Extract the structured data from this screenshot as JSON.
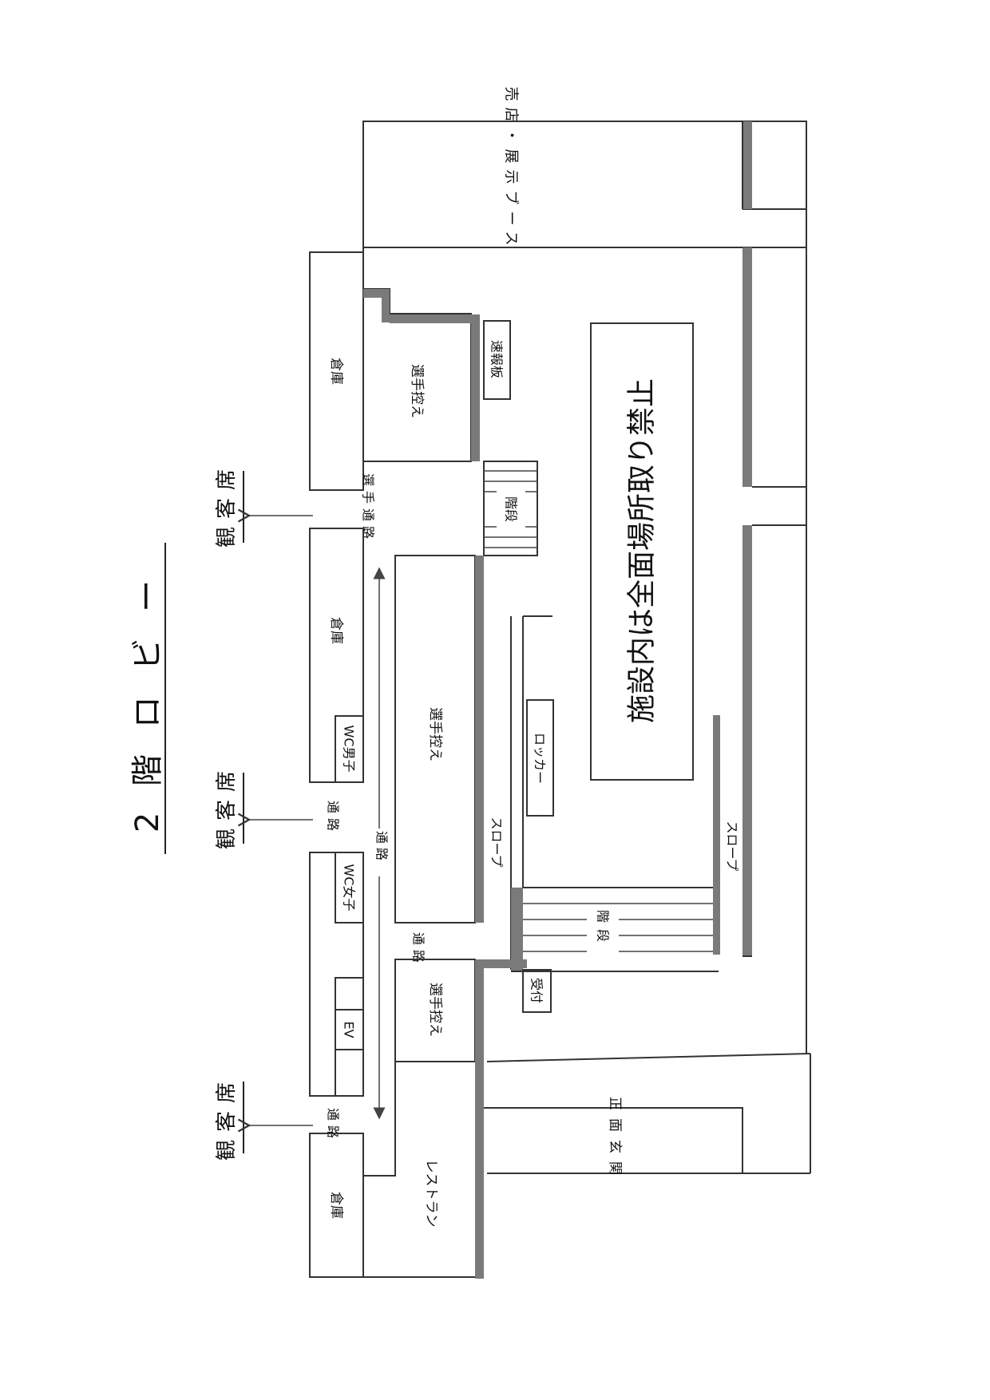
{
  "floor_title": "2 階 ロ ビ ー",
  "seating": {
    "top": "観客席",
    "middle": "観客席",
    "bottom": "観客席"
  },
  "rooms": {
    "shop": "売店・展示ブース",
    "storage_top": "倉庫",
    "storage_mid": "倉庫",
    "storage_bottom": "倉庫",
    "waiting_top": "選手控え",
    "waiting_mid": "選手控え",
    "waiting_bottom": "選手控え",
    "scoreboard": "速報板",
    "stairs_top": "階段",
    "stairs_bottom": "階段",
    "no_entry_notice": "施設内は全面場所取り禁止",
    "wc_men": "WC男子",
    "wc_women": "WC女子",
    "locker": "ロッカー",
    "slope_left": "スロープ",
    "slope_right": "スロープ",
    "elevator": "EV",
    "reception": "受付",
    "restaurant": "レストラン",
    "main_entrance": "正面玄関"
  },
  "passages": {
    "player_passage": "選手通路",
    "passage_top": "通路",
    "passage_vertical": "通路",
    "passage_center": "通路",
    "passage_bottom": "通路"
  },
  "colors": {
    "line": "#333333",
    "wall_fill": "#7a7a7a",
    "background": "#ffffff"
  }
}
